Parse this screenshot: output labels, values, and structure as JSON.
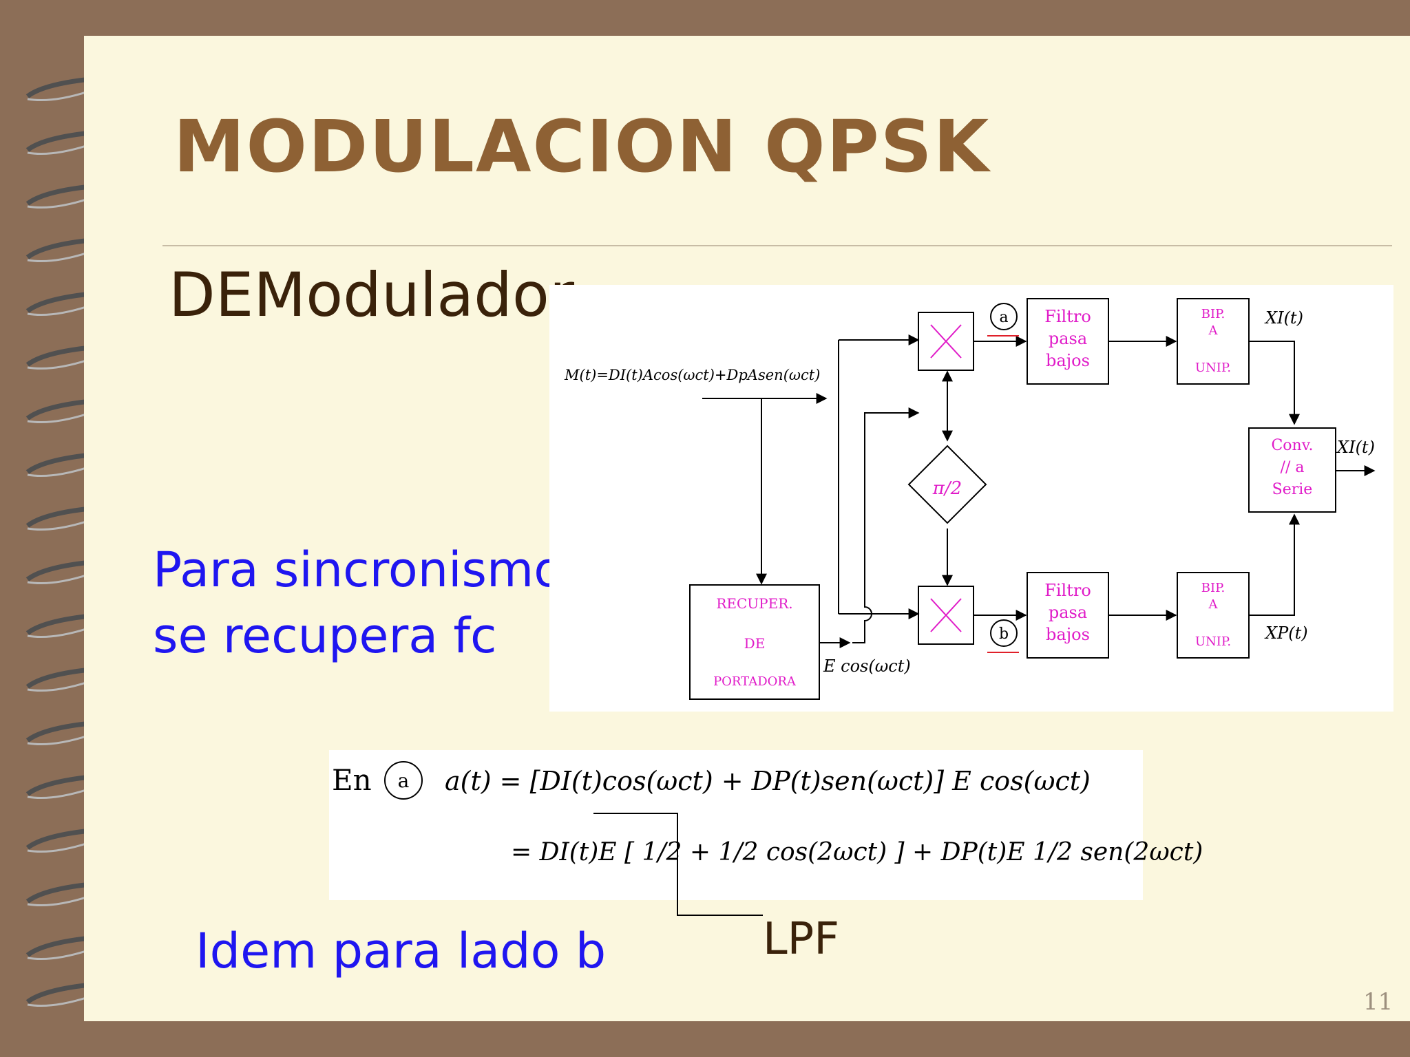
{
  "slide": {
    "title": "MODULACION QPSK",
    "subtitle": "DEModulador",
    "note_sync_line1": "Para sincronismo",
    "note_sync_line2": "se recupera fc",
    "note_idem": "Idem para lado b",
    "lpf_label": "LPF",
    "page_number": "11"
  },
  "diagram": {
    "input_signal": "M(t)=DI(t)Acos(ωct)+DpAsen(ωct)",
    "node_a": "a",
    "node_b": "b",
    "phase_shift": "π/2",
    "filter_top": [
      "Filtro",
      "pasa",
      "bajos"
    ],
    "filter_bottom": [
      "Filtro",
      "pasa",
      "bajos"
    ],
    "converter_top": [
      "BIP.",
      "A",
      "UNIP."
    ],
    "converter_bottom": [
      "BIP.",
      "A",
      "UNIP."
    ],
    "output_top": "XI(t)",
    "output_bottom": "XP(t)",
    "parallel_serial": [
      "Conv.",
      "// a",
      "Serie"
    ],
    "output_final": "XI(t)",
    "carrier_recovery": [
      "RECUPER.",
      "DE",
      "PORTADORA"
    ],
    "carrier_signal": "E cos(ωct)"
  },
  "formula": {
    "prefix": "En",
    "node": "a",
    "line1": "a(t) = [DI(t)cos(ωct) + DP(t)sen(ωct)] E cos(ωct)",
    "line2": "= DI(t)E [ 1/2 + 1/2 cos(2ωct) ] + DP(t)E 1/2 sen(2ωct)"
  },
  "colors": {
    "background": "#8C6E57",
    "paper": "#FBF7DE",
    "title": "#8E6134",
    "blue_text": "#1F16F0",
    "magenta": "#E01BC8"
  }
}
